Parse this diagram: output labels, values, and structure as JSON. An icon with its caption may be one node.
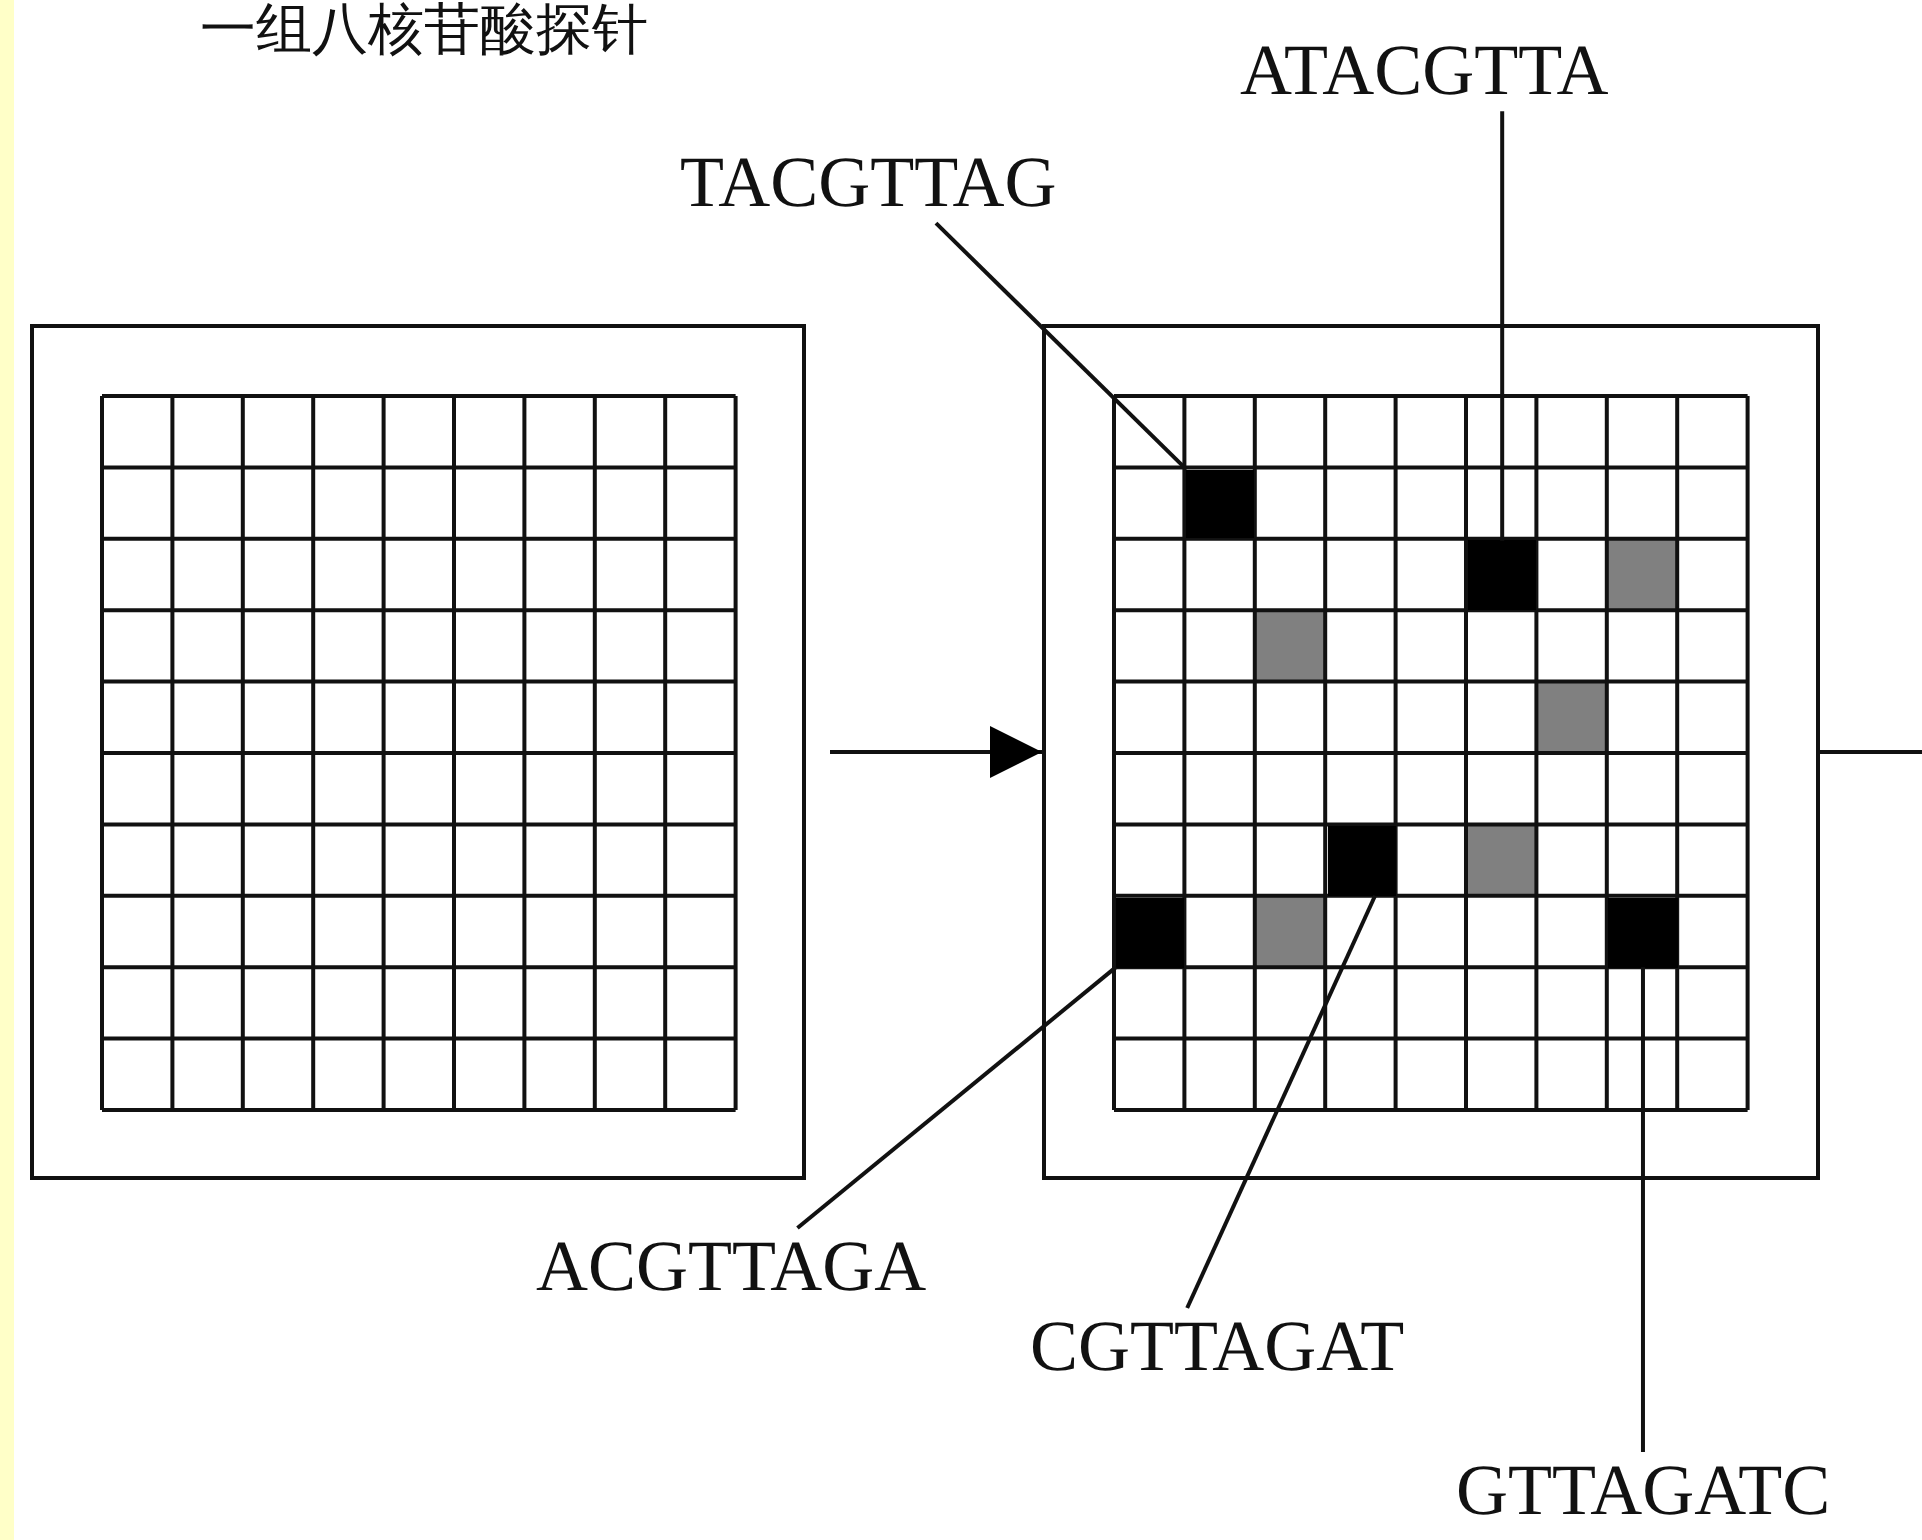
{
  "diagram": {
    "nodes": [
      {
        "text": [
          "TACGTTAG"
        ]
      },
      {
        "text": [
          "ATACGTTA"
        ]
      },
      {
        "text": [],
        "shape": "box"
      },
      {
        "text": [],
        "shape": "box"
      },
      {
        "text": [],
        "shape": "box",
        "in": 3
      },
      {
        "text": [],
        "shape": "box",
        "in": 3
      },
      {
        "text": [],
        "shape": "box",
        "in": 3
      },
      {
        "text": [],
        "shape": "box",
        "in": 3
      },
      {
        "text": [],
        "shape": "box",
        "in": 3
      },
      {
        "text": [
          "ACGTTAGA"
        ]
      },
      {
        "text": [
          "CGTTAGAT"
        ]
      },
      {
        "text": [
          "GTTAGATC"
        ]
      }
    ],
    "edges": [
      {
        "from": 2,
        "to": 3,
        "arrow": "to"
      },
      {
        "from": 3,
        "to": null,
        "arrow": "none"
      },
      {
        "from": 0,
        "to": 4,
        "arrow": "none"
      },
      {
        "from": 1,
        "to": 5,
        "arrow": "none"
      },
      {
        "from": 9,
        "to": 7,
        "arrow": "none"
      },
      {
        "from": 10,
        "to": 6,
        "arrow": "none"
      },
      {
        "from": 11,
        "to": 8,
        "arrow": "none"
      }
    ],
    "labels": [
      "一组八核苷酸探针"
    ]
  }
}
